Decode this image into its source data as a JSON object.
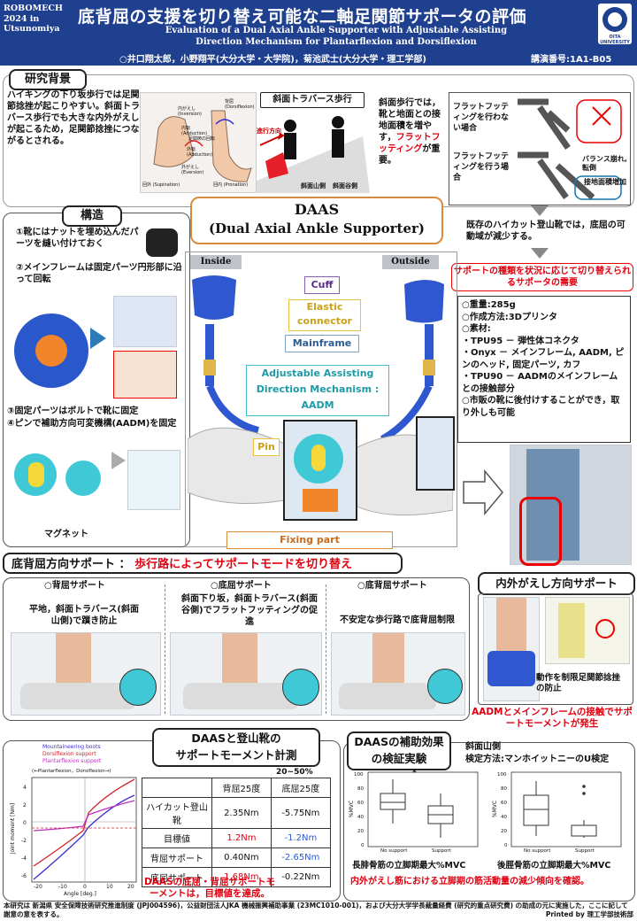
{
  "header": {
    "conference": "ROBOMECH 2024 in Utsunomiya",
    "title_ja": "底背屈の支援を切り替え可能な二軸足関節サポータの評価",
    "title_en_1": "Evaluation of a Dual Axial Ankle Supporter with Adjustable Assisting",
    "title_en_2": "Direction Mechanism for Plantarflexion and Dorsiflexion",
    "authors": "○井口翔太郎，小野翔平(大分大学・大学院)，菊池武士(大分大学・理工学部)",
    "presentation_no": "講演番号:1A1-B05",
    "logo_text": "OITA UNIVERSITY"
  },
  "background": {
    "heading": "研究背景",
    "text1": "ハイキングの下り坂歩行では足関節捻挫が起こりやすい。斜面トラバース歩行でも大きな内外がえしが起こるため，足関節捻挫につながるとされる。",
    "slope_label": "斜面トラバース歩行",
    "text2a": "斜面歩行では，靴と地面との接地面積を増やす，",
    "text2b": "フラットフッティング",
    "text2c": "が重要。",
    "mountain_side": "斜面山側",
    "valley_side": "斜面谷側",
    "direction": "進行方向",
    "diagram_labels": [
      "内がえし (Inversion)",
      "内転 (Adduction)",
      "背屈 (Dorsiflexion)",
      "外転 (Abduction)",
      "外がえし (Eversion)",
      "回外 (Supination)",
      "回内 (Pronation)",
      "足関節の回転"
    ],
    "no_flat": "フラットフッティングを行わない場合",
    "flat": "フラットフッティングを行う場合",
    "balance": "バランス崩れ, 転倒",
    "contact": "接地面積増加",
    "existing": "既存のハイカット登山靴では，底屈の可動域が減少する。",
    "need": "サポートの種類を状況に応じて切り替えられるサポータの需要"
  },
  "structure": {
    "heading": "構造",
    "s1": "①靴にはナットを埋め込んだパーツを縫い付けておく",
    "s2": "②メインフレームは固定パーツ円形部に沿って回転",
    "s3": "③固定パーツはボルトで靴に固定",
    "s4": "④ピンで補助方向可変機構(AADM)を固定",
    "magnet": "マグネット"
  },
  "daas": {
    "title1": "DAAS",
    "title2": "(Dual Axial Ankle Supporter)",
    "inside": "Inside",
    "outside": "Outside",
    "cuff": "Cuff",
    "elastic": "Elastic connector",
    "mainframe": "Mainframe",
    "aadm": "Adjustable Assisting Direction Mechanism : AADM",
    "pin": "Pin",
    "fixing": "Fixing part"
  },
  "specs": {
    "weight": "○重量:285g",
    "method": "○作成方法:3Dプリンタ",
    "material": "○素材:",
    "m1": "・TPU95 － 弾性体コネクタ",
    "m2": "・Onyx － メインフレーム, AADM, ピンのヘッド, 固定パーツ, カフ",
    "m3": "・TPU90 － AADMのメインフレームとの接触部分",
    "market": "○市販の靴に後付けすることができ，取り外しも可能"
  },
  "support_mode": {
    "heading_a": "底背屈方向サポート ：",
    "heading_b": "歩行路によってサポートモードを切り替え",
    "col1_title": "○背屈サポート",
    "col1_text": "平地，斜面トラバース(斜面山側)で躓き防止",
    "col2_title": "○底屈サポート",
    "col2_text": "斜面下り坂，斜面トラバース(斜面谷側)でフラットフッティングの促進",
    "col3_title": "○底背屈サポート",
    "col3_text": "不安定な歩行路で底背屈制限"
  },
  "inout": {
    "heading": "内外がえし方向サポート",
    "text": "動作を制限足関節捻挫の防止",
    "bottom": "AADMとメインフレームの接触でサポートモーメントが発生"
  },
  "moment": {
    "heading1": "DAASと登山靴の",
    "heading2": "サポートモーメント計測",
    "legend": [
      "Mountaineering boots",
      "Dorsiflexion support",
      "Plantarflexion support"
    ],
    "legend_colors": [
      "#3b2fd0",
      "#d2232a",
      "#c030c0"
    ],
    "dir_label": "(←Plantarflexion，Dorsiflexion→)",
    "xlabel": "Angle [deg.]",
    "ylabel": "Joint moment [Nm]",
    "xticks": [
      "-20",
      "-10",
      "0",
      "10",
      "20"
    ],
    "yticks": [
      "4",
      "2",
      "0",
      "-2",
      "-4",
      "-6"
    ],
    "table_head": [
      "",
      "背屈25度",
      "底屈25度"
    ],
    "pct": "20~50%",
    "rows": [
      {
        "label": "ハイカット登山靴",
        "v1": "2.35Nm",
        "v2": "-5.75Nm"
      },
      {
        "label": "目標値",
        "v1": "1.2Nm",
        "v2": "-1.2Nm"
      },
      {
        "label": "背屈サポート",
        "v1": "0.40Nm",
        "v2": "-2.65Nm"
      },
      {
        "label": "底屈サポート",
        "v1": "1.68Nm",
        "v2": "-0.22Nm"
      }
    ],
    "conclusion": "DAASの底屈・背屈サポートモーメントは，目標値を達成。"
  },
  "effect": {
    "heading1": "DAASの補助効果",
    "heading2": "の検証実験",
    "cond1": "斜面山側",
    "cond2": "検定方法:マンホイットニーのU検定",
    "box1_caption": "長腓骨筋の立脚期最大%MVC",
    "box2_caption": "後脛骨筋の立脚期最大%MVC",
    "xcats": [
      "No support",
      "Support"
    ],
    "y1ticks": [
      "100",
      "80",
      "60",
      "40",
      "20",
      "0"
    ],
    "y2ticks": [
      "100",
      "80",
      "60",
      "40",
      "20",
      "0"
    ],
    "ylabel": "%MVC",
    "sig": "*",
    "conclusion": "内外がえし筋における立脚期の筋活動量の減少傾向を確認。"
  },
  "footer": {
    "text": "本研究は 新潟県 安全保障技術研究推進制度 (JPJ004596)，公益財団法人JKA 機械振興補助事業 (23MC1010-001)，および大分大学学長裁量経費 (研究的重点研究費) の助成の元に実施した，ここに記して謝意の意を表する。",
    "printed": "Printed by 理工学部技術部"
  }
}
